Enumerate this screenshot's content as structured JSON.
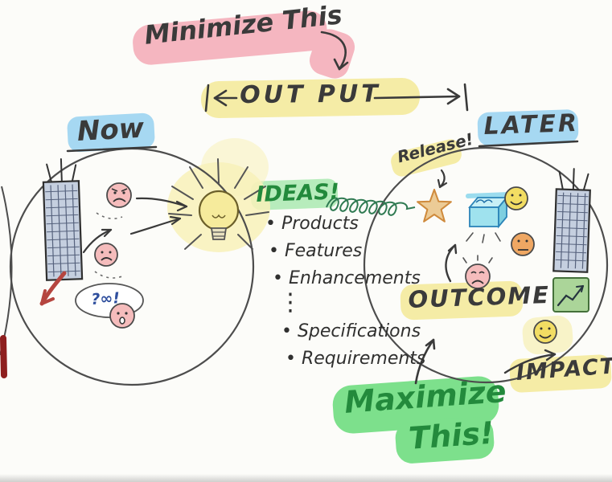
{
  "header": {
    "minimize": "Minimize This",
    "output": "OUT PUT"
  },
  "left_circle": {
    "label": "Now",
    "bubble_text": "?∞!"
  },
  "center": {
    "ideas_title": "IDEAS!",
    "bullet_items": [
      "• Products",
      "• Features",
      "• Enhancements",
      "• Specifications",
      "• Requirements"
    ],
    "ellipsis": "⋮"
  },
  "right_circle": {
    "label": "LATER",
    "release": "Release!",
    "outcome": "OUTCOME",
    "impact": "IMPACT"
  },
  "footer": {
    "maximize_line1": "Maximize",
    "maximize_line2": "This!"
  },
  "colors": {
    "highlight_pink": "#f5b6c0",
    "highlight_yellow": "#f5eca6",
    "highlight_blue": "#a6d8f2",
    "highlight_green_bright": "#7de08c",
    "highlight_green_light": "#b7ecbc",
    "ink": "#3a3a3a",
    "green_text": "#238a3c",
    "face_pink": "#f5bcbc",
    "face_yellow": "#f2dd63",
    "face_orange": "#efa763",
    "building_fill": "#c5cfdf",
    "chart_green": "#abd599",
    "star_fill": "#eccb96",
    "box_cyan": "#9fe2ee",
    "red_accent": "#b5453f"
  }
}
